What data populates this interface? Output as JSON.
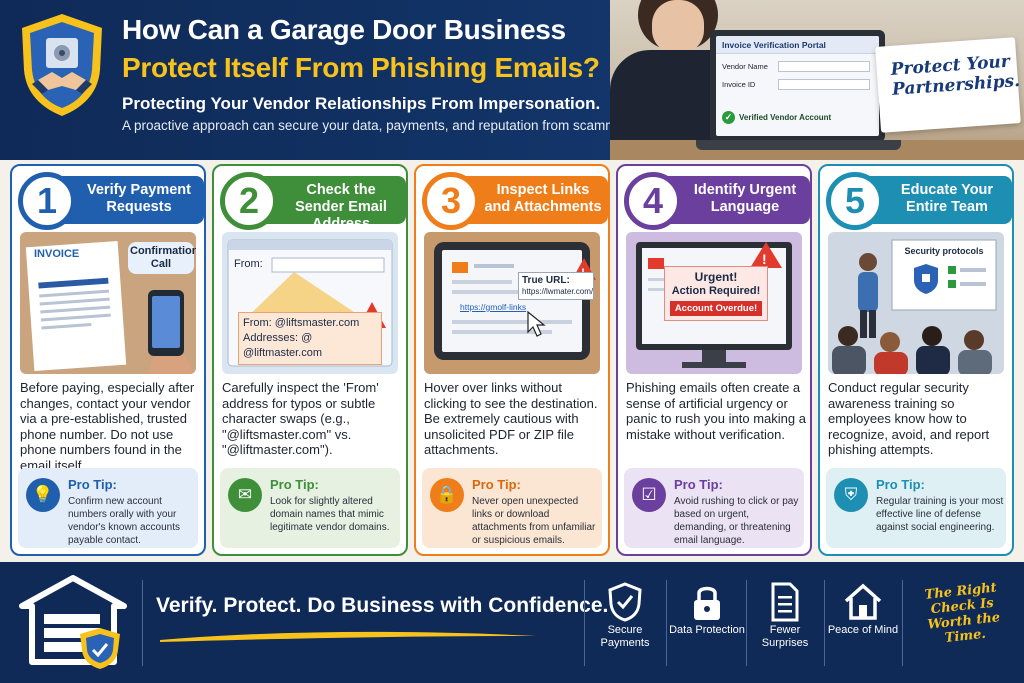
{
  "header": {
    "title_line1": "How Can a Garage Door Business",
    "title_line2": "Protect Itself From Phishing Emails?",
    "subtitle": "Protecting Your Vendor Relationships From Impersonation.",
    "tagline": "A proactive approach can secure your data, payments, and reputation from scammers.",
    "portal": {
      "title": "Invoice Verification Portal",
      "vendor_label": "Vendor Name",
      "invoice_label": "Invoice ID",
      "verified_label": "Verified Vendor Account"
    },
    "note": "Protect Your Partnerships."
  },
  "cards": [
    {
      "number": "1",
      "title": "Verify Payment Requests",
      "color": "#1f5fae",
      "scene": {
        "invoice_label": "INVOICE",
        "bubble": "Confirmation Call"
      },
      "body": "Before paying, especially after changes, contact your vendor via a pre-established, trusted phone number. Do not use phone numbers found in the email itself.",
      "tip_title": "Pro Tip:",
      "tip_text": "Confirm new account numbers orally with your vendor's known accounts payable contact."
    },
    {
      "number": "2",
      "title": "Check the Sender Email Address",
      "color": "#3f8f3a",
      "scene": {
        "from_label": "From:",
        "from_line": "From: @liftsmaster.com",
        "addr_line": "Addresses: @ @liftmaster.com"
      },
      "body": "Carefully inspect the 'From' address for typos or subtle character swaps (e.g., \"@liftsmaster.com\" vs. \"@liftmaster.com\").",
      "tip_title": "Pro Tip:",
      "tip_text": "Look for slightly altered domain names that mimic legitimate vendor domains."
    },
    {
      "number": "3",
      "title": "Inspect Links and Attachments",
      "color": "#ee7d1a",
      "scene": {
        "true_url": "True URL:",
        "url": "https://lwmater.com/",
        "link": "https://gmolf-links"
      },
      "body": "Hover over links without clicking to see the destination. Be extremely cautious with unsolicited PDF or ZIP file attachments.",
      "tip_title": "Pro Tip:",
      "tip_text": "Never open unexpected links or download attachments from unfamiliar or suspicious emails."
    },
    {
      "number": "4",
      "title": "Identify Urgent Language",
      "color": "#6a3f9e",
      "scene": {
        "urgent": "Urgent!",
        "action": "Action Required!",
        "overdue": "Account Overdue!"
      },
      "body": "Phishing emails often create a sense of artificial urgency or panic to rush you into making a mistake without verification.",
      "tip_title": "Pro Tip:",
      "tip_text": "Avoid rushing to click or pay based on urgent, demanding, or threatening email language."
    },
    {
      "number": "5",
      "title": "Educate Your Entire Team",
      "color": "#1c8fb3",
      "scene": {
        "board": "Security protocols"
      },
      "body": "Conduct regular security awareness training so employees know how to recognize, avoid, and report phishing attempts.",
      "tip_title": "Pro Tip:",
      "tip_text": "Regular training is your most effective line of defense against social engineering."
    }
  ],
  "footer": {
    "slogan": "Verify. Protect. Do Business with Confidence.",
    "items": [
      {
        "label": "Secure Payments",
        "icon": "shield-check-icon"
      },
      {
        "label": "Data Protection",
        "icon": "lock-icon"
      },
      {
        "label": "Fewer Surprises",
        "icon": "document-icon"
      },
      {
        "label": "Peace of Mind",
        "icon": "home-icon"
      }
    ],
    "right_text": "The Right Check Is Worth the Time."
  }
}
